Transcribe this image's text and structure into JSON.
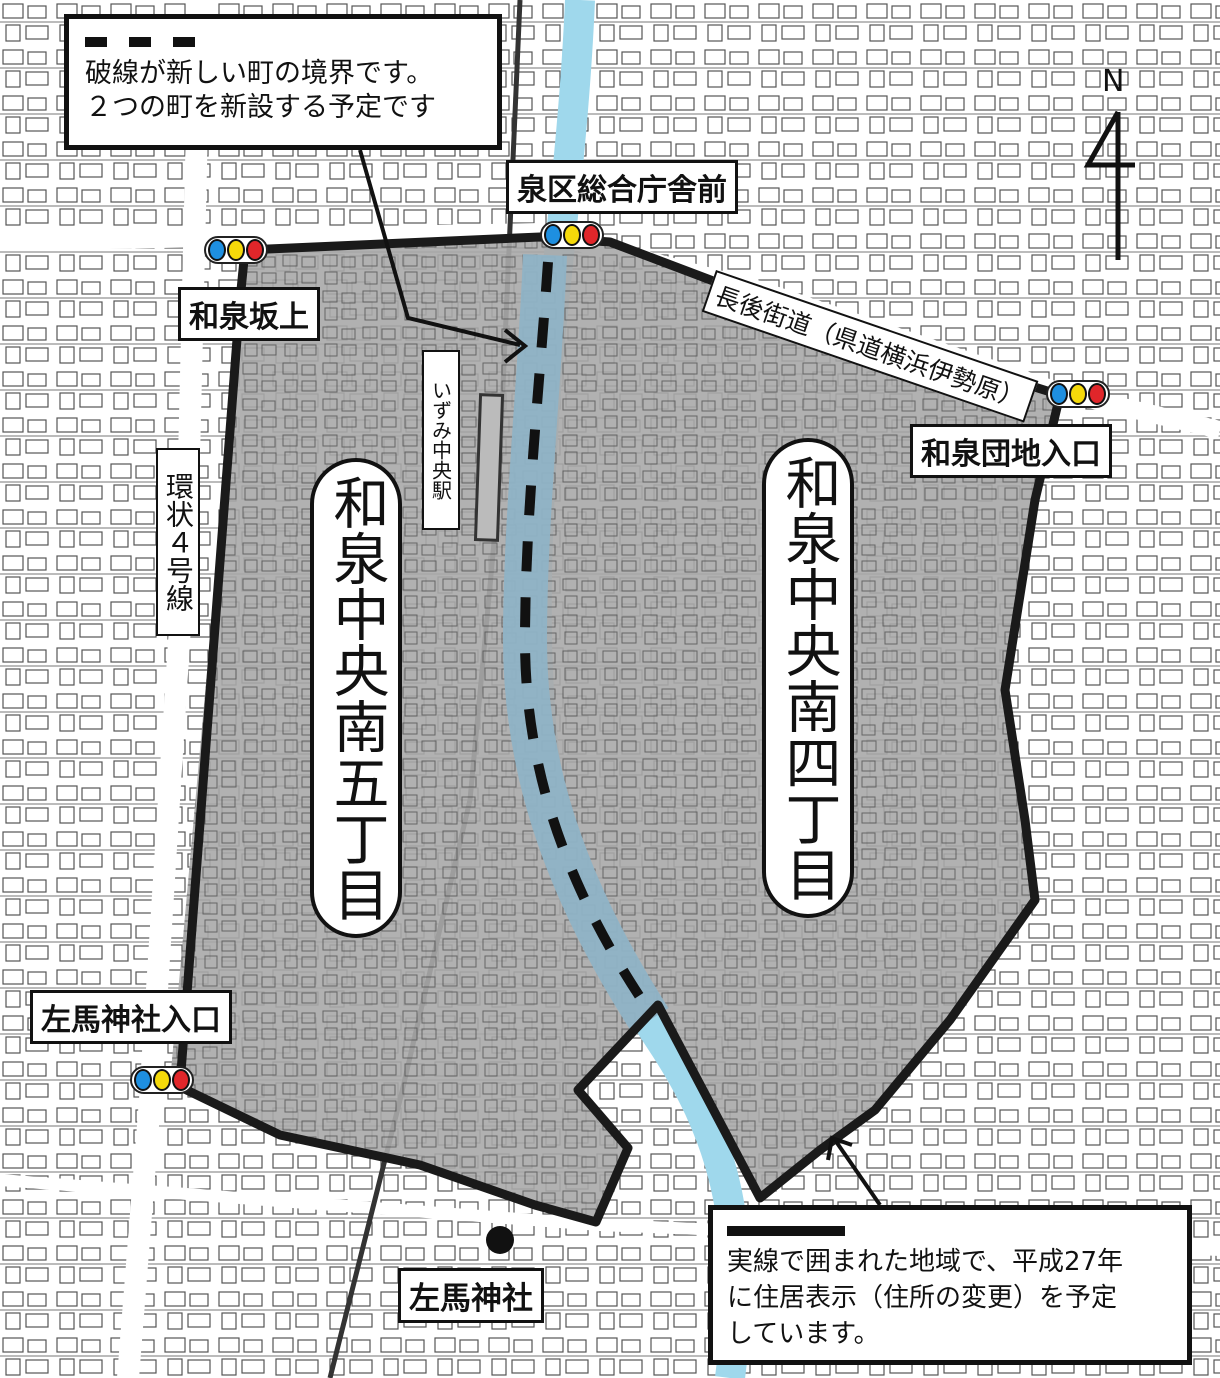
{
  "colors": {
    "district_fill": "#a9a9a9",
    "river": "#9fd8ec",
    "corridor": "#8fb3c6",
    "boundary": "#1a1a1a",
    "background": "#ffffff"
  },
  "signal_colors": [
    "#1e8fe0",
    "#f5d90a",
    "#e0262a"
  ],
  "legend_dashed": {
    "icon": "dashed-line-icon",
    "text_line1": "破線が新しい町の境界です。",
    "text_line2": "２つの町を新設する予定です"
  },
  "legend_solid": {
    "icon": "solid-line-icon",
    "text_line1": "実線で囲まれた地域で、平成27年",
    "text_line2": "に住居表示（住所の変更）を予定",
    "text_line3": "しています。"
  },
  "labels": {
    "izumi_kuchousha_mae": "泉区総合庁舎前",
    "izumi_sakaue": "和泉坂上",
    "izumi_danchi_iriguchi": "和泉団地入口",
    "sama_jinja_iriguchi": "左馬神社入口",
    "sama_jinja": "左馬神社",
    "nagago_kaidou": "長後街道（県道横浜伊勢原）",
    "kanjou4": "環状４号線",
    "izumi_chuo_station": "いずみ中央駅",
    "district_5": "和泉中央南五丁目",
    "district_4": "和泉中央南四丁目"
  },
  "north": {
    "letter": "N",
    "icon": "north-arrow-icon"
  }
}
